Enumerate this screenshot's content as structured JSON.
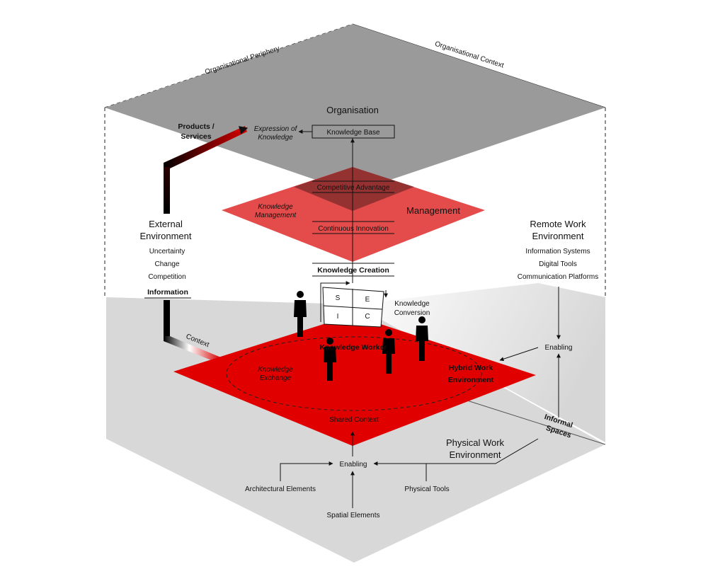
{
  "context": {
    "periphery": "Organisational Periphery",
    "organisational_context": "Organisational Context"
  },
  "organisation": {
    "title": "Organisation",
    "knowledge_base": "Knowledge Base",
    "expression_line1": "Expression of",
    "expression_line2": "Knowledge",
    "products_line1": "Products /",
    "products_line2": "Services"
  },
  "management": {
    "title": "Management",
    "competitive_advantage": "Competitive Advantage",
    "continuous_innovation": "Continuous Innovation",
    "km_line1": "Knowledge",
    "km_line2": "Management"
  },
  "knowledge_creation": {
    "title": "Knowledge Creation",
    "seci": [
      "S",
      "E",
      "I",
      "C"
    ],
    "conversion_line1": "Knowledge",
    "conversion_line2": "Conversion"
  },
  "external": {
    "title_line1": "External",
    "title_line2": "Environment",
    "items": [
      "Uncertainty",
      "Change",
      "Competition"
    ],
    "information": "Information",
    "context": "Context"
  },
  "remote": {
    "title_line1": "Remote Work",
    "title_line2": "Environment",
    "items": [
      "Information Systems",
      "Digital Tools",
      "Communication Platforms"
    ],
    "enabling": "Enabling"
  },
  "hybrid": {
    "knowledge_worker": "Knowledge Worker",
    "title_line1": "Hybrid Work",
    "title_line2": "Environment",
    "exchange_line1": "Knowledge",
    "exchange_line2": "Exchange",
    "shared_context": "Shared Context"
  },
  "physical": {
    "title_line1": "Physical Work",
    "title_line2": "Environment",
    "informal_line1": "Informal",
    "informal_line2": "Spaces",
    "enabling": "Enabling",
    "architectural": "Architectural Elements",
    "physical_tools": "Physical Tools",
    "spatial": "Spatial Elements"
  },
  "colors": {
    "organisation_plane": "#9a9a9a",
    "management_plane": "#e44c4c",
    "hybrid_plane": "#e00000",
    "physical_plane": "#d8d8d8",
    "accent_red": "#d40000",
    "ink": "#111111"
  }
}
